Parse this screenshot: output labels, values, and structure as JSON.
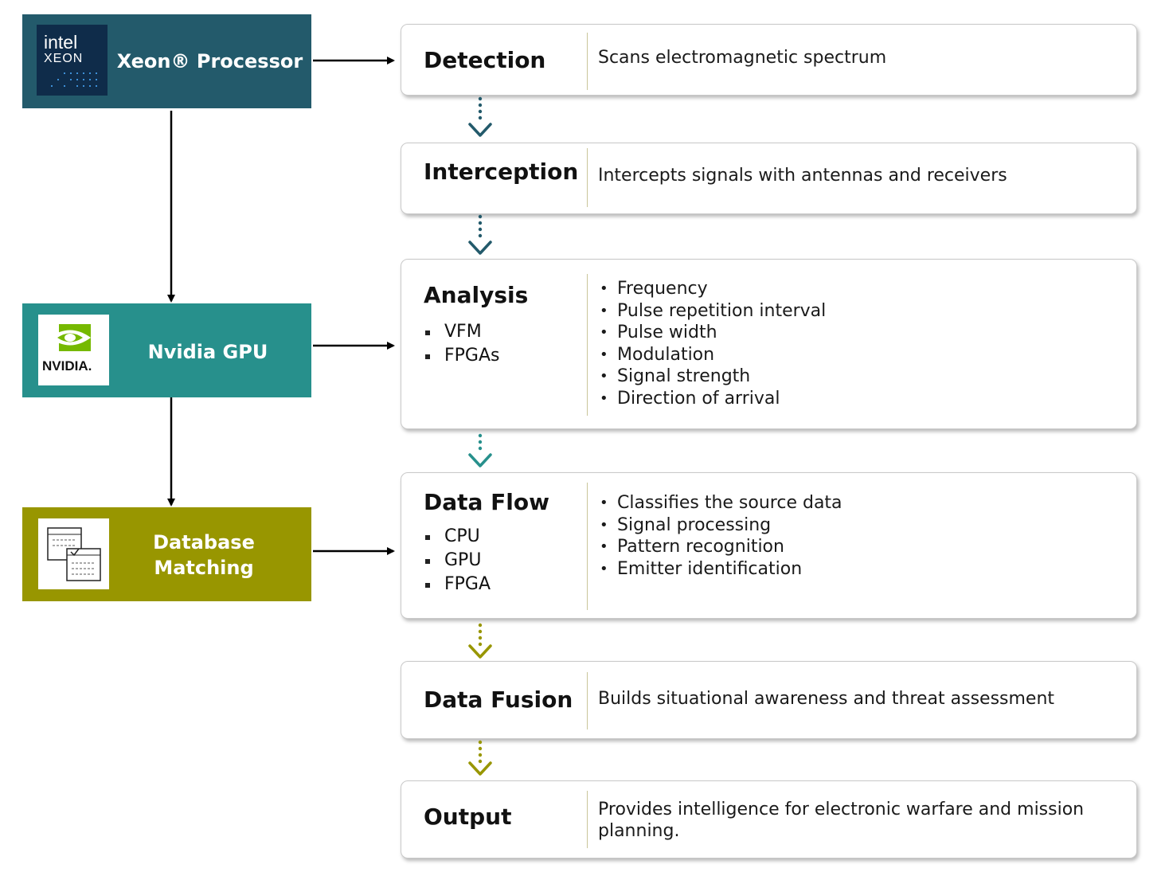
{
  "components": [
    {
      "id": "xeon",
      "label": "Xeon® Processor",
      "logo_text_line1": "intel",
      "logo_text_line2": "XEON",
      "color": "#235a6b"
    },
    {
      "id": "gpu",
      "label": "Nvidia GPU",
      "logo_text": "NVIDIA.",
      "color": "#27908c"
    },
    {
      "id": "db",
      "label_line1": "Database",
      "label_line2": "Matching",
      "color": "#989600"
    }
  ],
  "steps": [
    {
      "title": "Detection",
      "description": "Scans electromagnetic spectrum"
    },
    {
      "title": "Interception",
      "description": "Intercepts signals with antennas and receivers"
    },
    {
      "title": "Analysis",
      "subitems": [
        "VFM",
        "FPGAs"
      ],
      "bullets": [
        "Frequency",
        "Pulse repetition interval",
        "Pulse width",
        "Modulation",
        "Signal strength",
        "Direction of arrival"
      ]
    },
    {
      "title": "Data Flow",
      "subitems": [
        "CPU",
        "GPU",
        "FPGA"
      ],
      "bullets": [
        "Classifies the source data",
        "Signal processing",
        "Pattern recognition",
        "Emitter identification"
      ]
    },
    {
      "title": "Data Fusion",
      "description": "Builds situational awareness and threat assessment"
    },
    {
      "title": "Output",
      "description": "Provides intelligence for electronic warfare and mission planning."
    }
  ],
  "arrow_colors": [
    "#235a6b",
    "#235a6b",
    "#27908c",
    "#989600",
    "#989600"
  ]
}
